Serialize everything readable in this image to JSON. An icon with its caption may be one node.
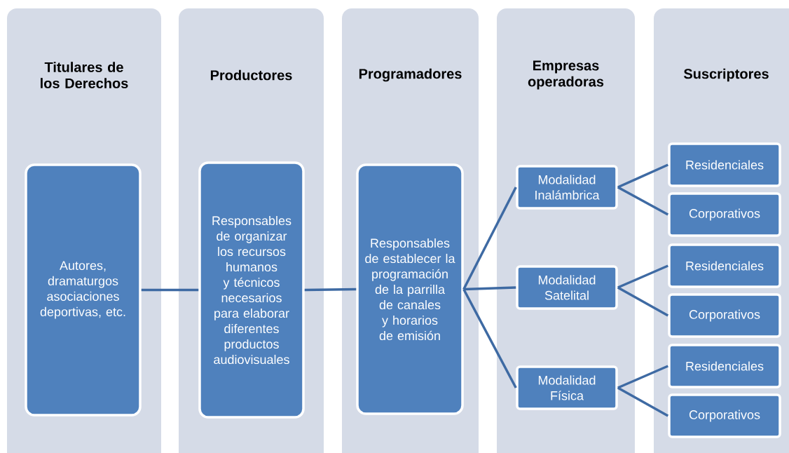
{
  "diagram": {
    "nodes": [
      {
        "text": [
          "Titulares de los Derechos"
        ]
      },
      {
        "text": [
          "Autores, dramaturgos asociaciones deportivas, etc."
        ],
        "in": 0
      },
      {
        "text": [
          "Productores"
        ]
      },
      {
        "text": [
          "Responsables de organizar los recursos humanos y técnicos necesarios para elaborar diferentes productos audiovisuales"
        ],
        "in": 2
      },
      {
        "text": [
          "Programadores"
        ]
      },
      {
        "text": [
          "Responsables de establecer la programación de la parrilla de canales y horarios de emisión"
        ],
        "in": 4
      },
      {
        "text": [
          "Empresas operadoras"
        ]
      },
      {
        "text": [
          "Modalidad Inalámbrica"
        ],
        "in": 6
      },
      {
        "text": [
          "Modalidad Satelital"
        ],
        "in": 6
      },
      {
        "text": [
          "Modalidad Física"
        ],
        "in": 6
      },
      {
        "text": [
          "Suscriptores"
        ]
      },
      {
        "text": [
          "Residenciales"
        ],
        "in": 10
      },
      {
        "text": [
          "Corporativos"
        ],
        "in": 10
      },
      {
        "text": [
          "Residenciales"
        ],
        "in": 10
      },
      {
        "text": [
          "Corporativos"
        ],
        "in": 10
      },
      {
        "text": [
          "Residenciales"
        ],
        "in": 10
      },
      {
        "text": [
          "Corporativos"
        ],
        "in": 10
      }
    ],
    "edges": [
      {
        "from": 1,
        "to": 3,
        "arrow": "none"
      },
      {
        "from": 3,
        "to": 5,
        "arrow": "none"
      },
      {
        "from": 5,
        "to": 7,
        "arrow": "none"
      },
      {
        "from": 5,
        "to": 8,
        "arrow": "none"
      },
      {
        "from": 5,
        "to": 9,
        "arrow": "none"
      },
      {
        "from": 7,
        "to": 11,
        "arrow": "none"
      },
      {
        "from": 7,
        "to": 12,
        "arrow": "none"
      },
      {
        "from": 8,
        "to": 13,
        "arrow": "none"
      },
      {
        "from": 8,
        "to": 14,
        "arrow": "none"
      },
      {
        "from": 9,
        "to": 15,
        "arrow": "none"
      },
      {
        "from": 9,
        "to": 16,
        "arrow": "none"
      }
    ]
  }
}
